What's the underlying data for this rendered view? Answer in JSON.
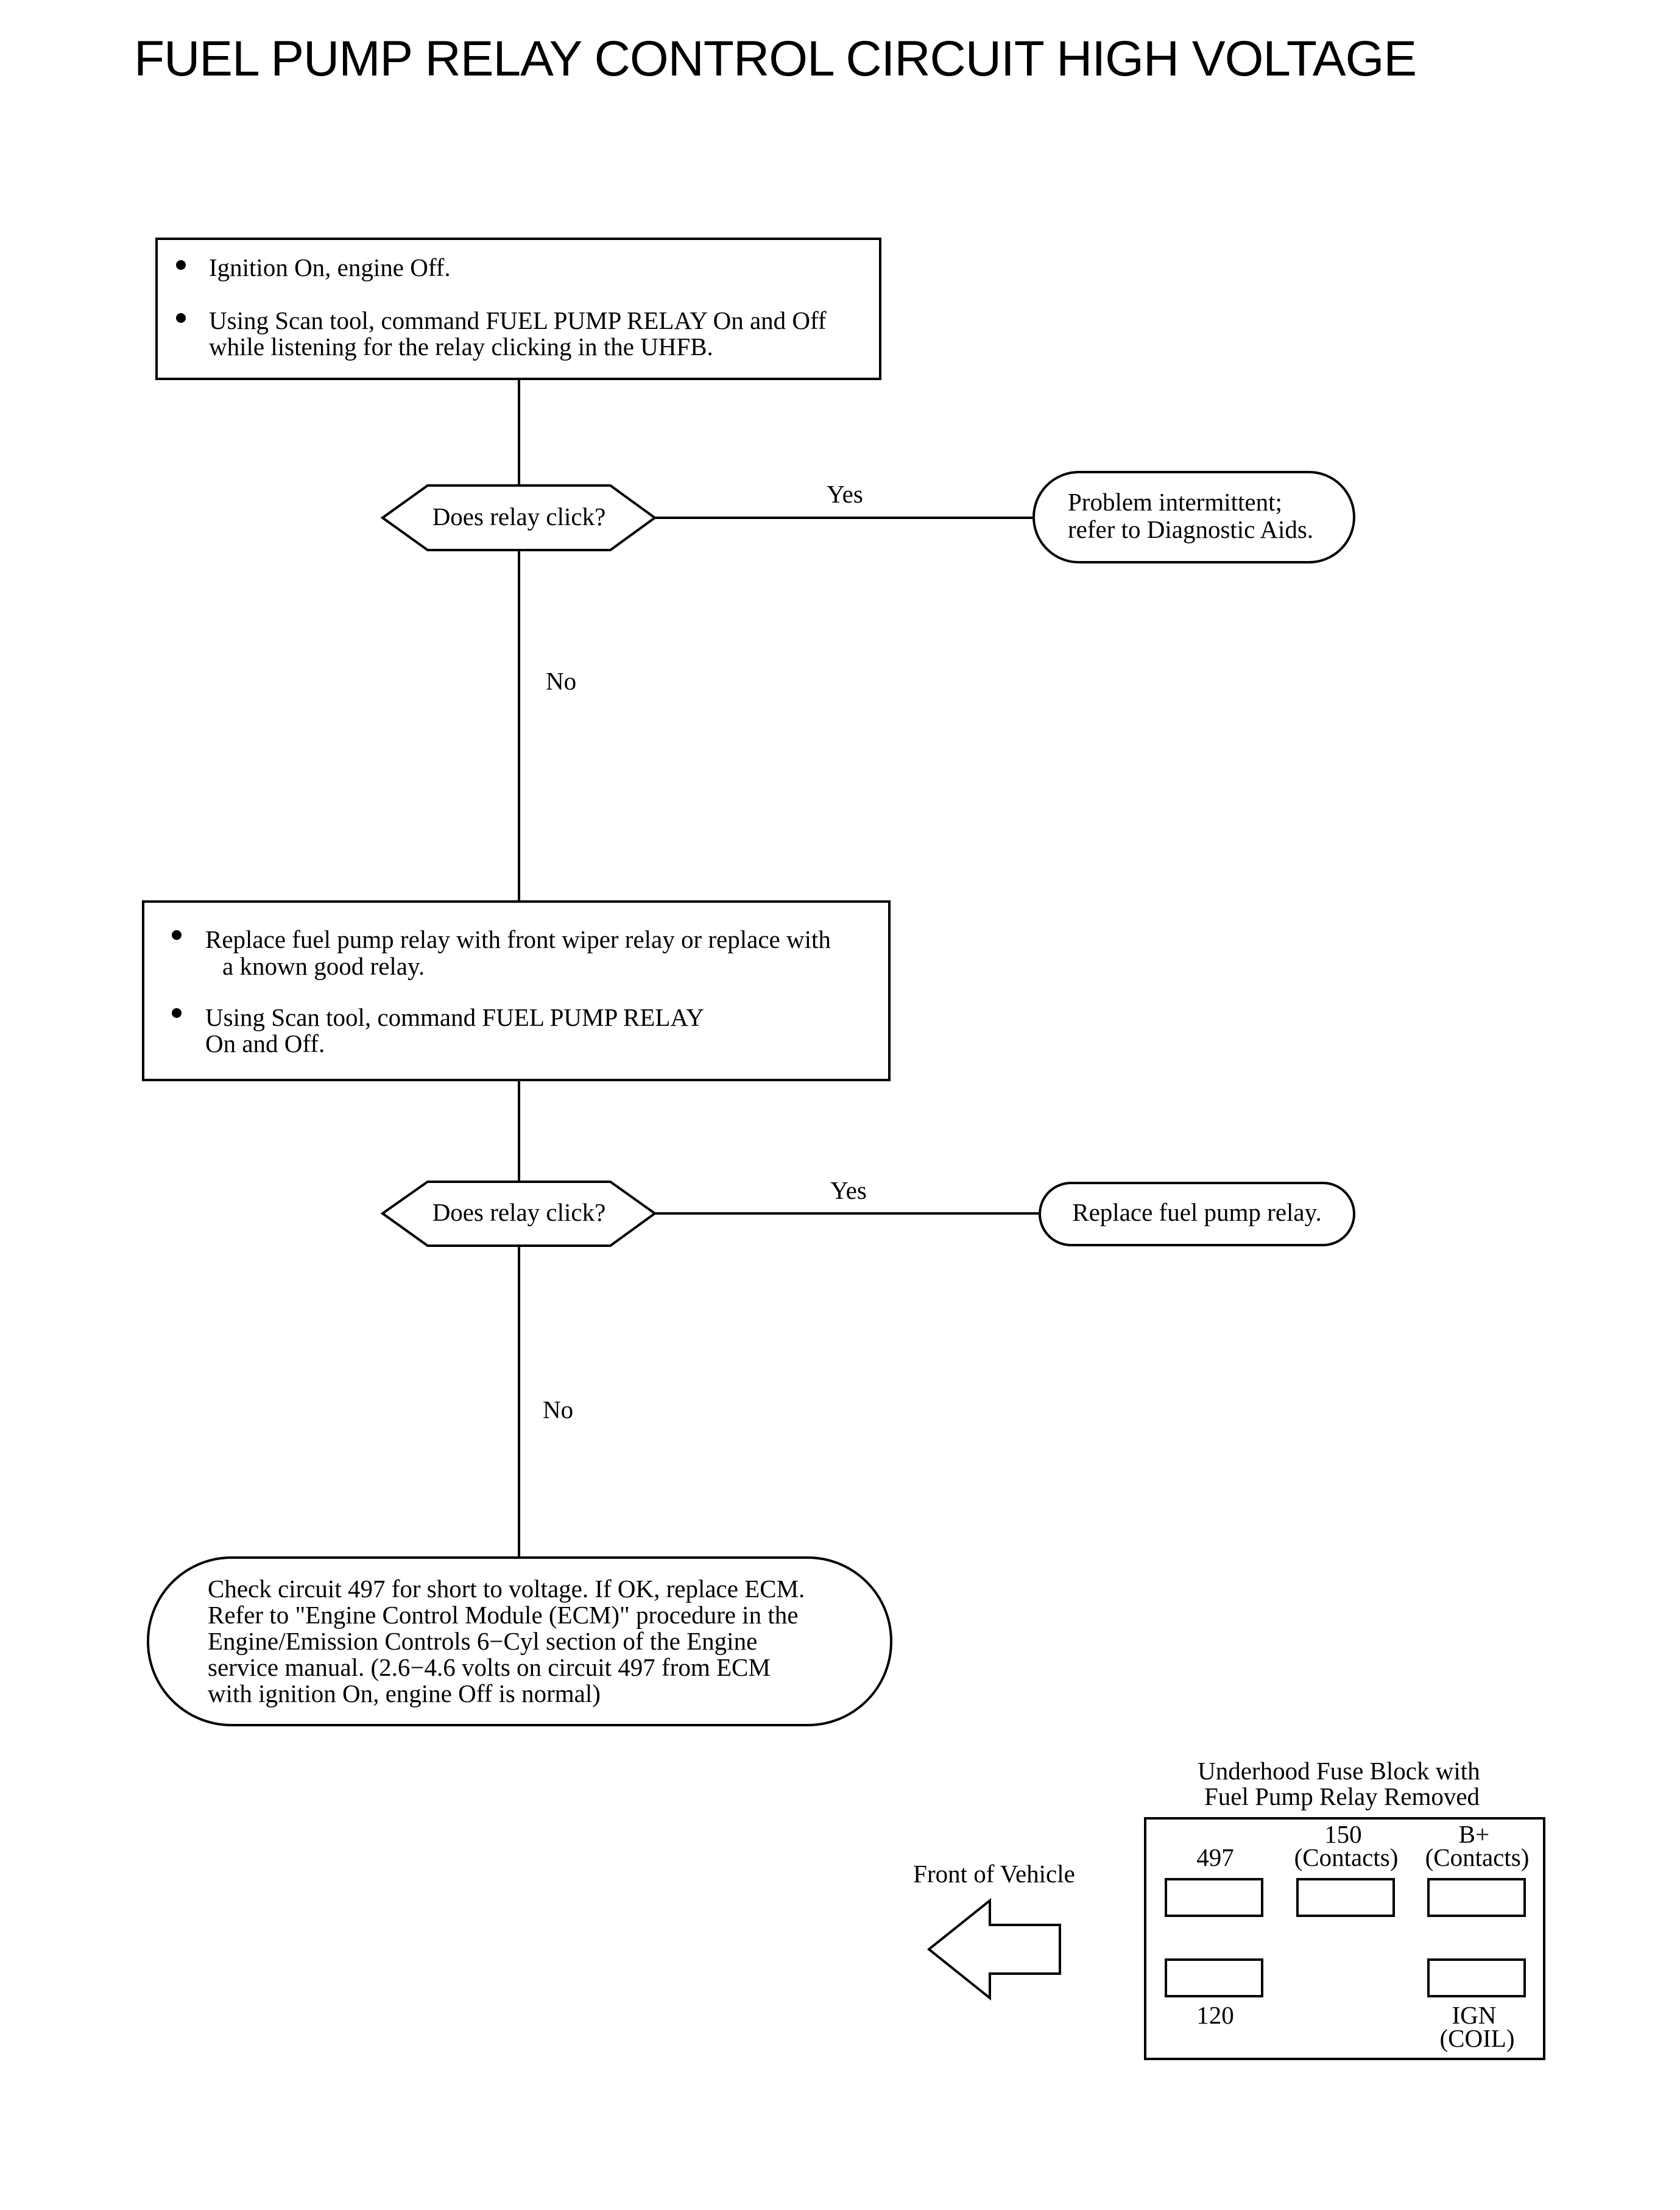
{
  "title": "FUEL PUMP RELAY CONTROL CIRCUIT HIGH VOLTAGE",
  "step1": {
    "bullets": [
      [
        "Ignition On, engine Off."
      ],
      [
        "Using Scan tool, command FUEL PUMP RELAY On and Off",
        "while listening for the relay clicking in the UHFB."
      ]
    ]
  },
  "decision1": {
    "question": "Does relay click?",
    "yes_label": "Yes",
    "no_label": "No"
  },
  "result_yes1": {
    "lines": [
      "Problem intermittent;",
      "refer to Diagnostic Aids."
    ]
  },
  "step2": {
    "bullets": [
      [
        "Replace fuel pump relay with front wiper relay or replace with",
        "a known good relay."
      ],
      [
        "Using Scan tool, command FUEL PUMP RELAY",
        "On and Off."
      ]
    ]
  },
  "decision2": {
    "question": "Does relay click?",
    "yes_label": "Yes",
    "no_label": "No"
  },
  "result_yes2": {
    "lines": [
      "Replace fuel pump relay."
    ]
  },
  "result_no2": {
    "lines": [
      "Check circuit 497 for short to voltage. If OK, replace ECM.",
      "Refer to \"Engine Control Module (ECM)\" procedure in the",
      "Engine/Emission Controls 6−Cyl section of the Engine",
      "service manual. (2.6−4.6 volts on circuit 497 from ECM",
      "with ignition On, engine Off is normal)"
    ]
  },
  "fuse_block": {
    "caption": [
      "Underhood Fuse Block with",
      "Fuel Pump Relay Removed"
    ],
    "terminals": {
      "t497": [
        "497"
      ],
      "t150": [
        "150",
        "(Contacts)"
      ],
      "tbplus": [
        "B+",
        "(Contacts)"
      ],
      "t120": [
        "120"
      ],
      "tign": [
        "IGN",
        "(COIL)"
      ]
    }
  },
  "front_of_vehicle": "Front of Vehicle"
}
